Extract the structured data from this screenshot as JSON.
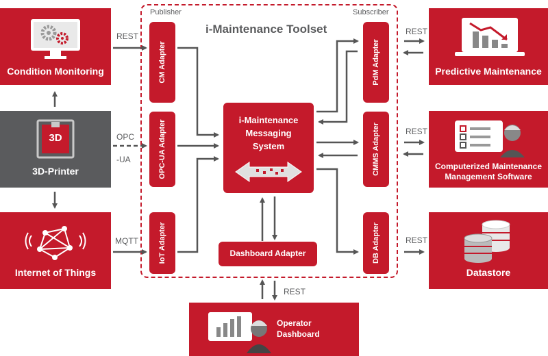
{
  "toolset": {
    "title": "i-Maintenance Toolset",
    "publisher": "Publisher",
    "subscriber": "Subscriber"
  },
  "left": {
    "condition_monitoring": "Condition Monitoring",
    "printer": "3D-Printer",
    "printer_badge": "3D",
    "iot": "Internet of Things"
  },
  "right": {
    "predictive": "Predictive Maintenance",
    "cmms_line1": "Computerized Maintenance",
    "cmms_line2": "Management Software",
    "datastore": "Datastore"
  },
  "bottom": {
    "operator_line1": "Operator",
    "operator_line2": "Dashboard"
  },
  "adapters": {
    "cm": "CM Adapter",
    "opcua": "OPC-UA Adapter",
    "iot": "IoT Adapter",
    "pdm": "PdM Adapter",
    "cmms": "CMMS Adapter",
    "db": "DB Adapter",
    "dashboard": "Dashboard Adapter"
  },
  "center": {
    "line1": "i-Maintenance",
    "line2": "Messaging",
    "line3": "System"
  },
  "protocols": {
    "rest_cm": "REST",
    "opc_line1": "OPC",
    "opc_line2": "-UA",
    "mqtt": "MQTT",
    "rest_pdm": "REST",
    "rest_cmms": "REST",
    "rest_db": "REST",
    "rest_dashboard": "REST"
  },
  "colors": {
    "brand_red": "#c41a2b",
    "gray": "#5a5b5d",
    "arrow": "#555555"
  }
}
